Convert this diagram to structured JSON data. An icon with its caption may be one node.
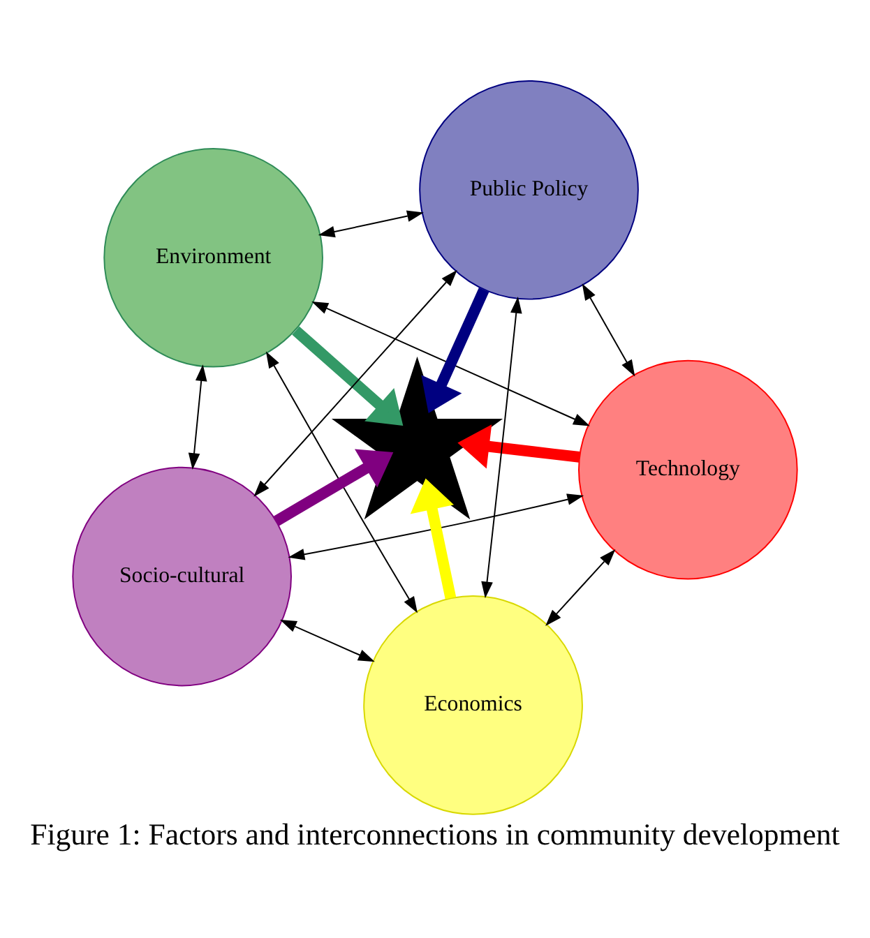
{
  "diagram": {
    "caption": "Figure 1: Factors and interconnections in community development",
    "nodes": [
      {
        "text": [
          "Environment"
        ]
      },
      {
        "text": [
          "Technology"
        ]
      },
      {
        "text": [
          "Economics"
        ]
      },
      {
        "text": [],
        "shape": "star"
      },
      {
        "text": [
          "Public Policy"
        ]
      },
      {
        "text": [
          "Socio-cultural"
        ]
      }
    ],
    "edges": [
      {
        "from": 0,
        "to": 1,
        "arrow": "both"
      },
      {
        "from": 0,
        "to": 2,
        "arrow": "both"
      },
      {
        "from": 1,
        "to": 2,
        "arrow": "both"
      },
      {
        "from": 0,
        "to": 4,
        "arrow": "both"
      },
      {
        "from": 0,
        "to": 5,
        "arrow": "both"
      },
      {
        "from": 1,
        "to": 4,
        "arrow": "both"
      },
      {
        "from": 1,
        "to": 5,
        "arrow": "both"
      },
      {
        "from": 2,
        "to": 4,
        "arrow": "both"
      },
      {
        "from": 2,
        "to": 5,
        "arrow": "both"
      },
      {
        "from": 4,
        "to": 5,
        "arrow": "both"
      },
      {
        "from": 0,
        "to": 3,
        "arrow": "to",
        "style": "thick",
        "color": "#339966"
      },
      {
        "from": 1,
        "to": 3,
        "arrow": "to",
        "style": "thick",
        "color": "#ff0000"
      },
      {
        "from": 2,
        "to": 3,
        "arrow": "to",
        "style": "thick",
        "color": "#ffff00"
      },
      {
        "from": 4,
        "to": 3,
        "arrow": "to",
        "style": "thick",
        "color": "#000080"
      },
      {
        "from": 5,
        "to": 3,
        "arrow": "to",
        "style": "thick",
        "color": "#800080"
      }
    ]
  }
}
